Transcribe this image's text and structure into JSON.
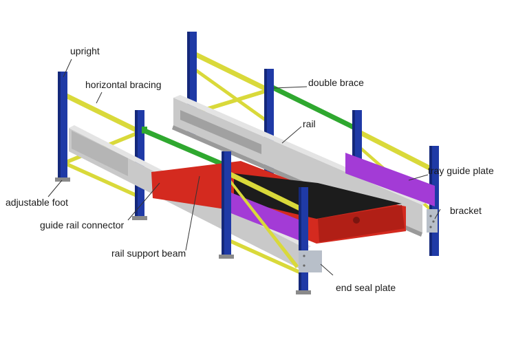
{
  "labels": {
    "upright": "upright",
    "horizontal_bracing": "horizontal bracing",
    "double_brace": "double brace",
    "rail": "rail",
    "tray_guide_plate": "tray guide plate",
    "bracket": "bracket",
    "adjustable_foot": "adjustable foot",
    "guide_rail_connector": "guide rail connector",
    "rail_support_beam": "rail support beam",
    "end_seal_plate": "end seal plate"
  },
  "colors": {
    "upright": "#1f3aa6",
    "upright_dark": "#14287a",
    "horizontal_bracing": "#d9d93a",
    "double_brace": "#2fa82f",
    "rail": "#c9c9c9",
    "rail_dark": "#9a9a9a",
    "tray_guide_plate": "#a33bd6",
    "shuttle_body": "#d42a1f",
    "conveyor_belt": "#1c1c1c",
    "bracket": "#b8bfc9",
    "leader_line": "#333333"
  }
}
